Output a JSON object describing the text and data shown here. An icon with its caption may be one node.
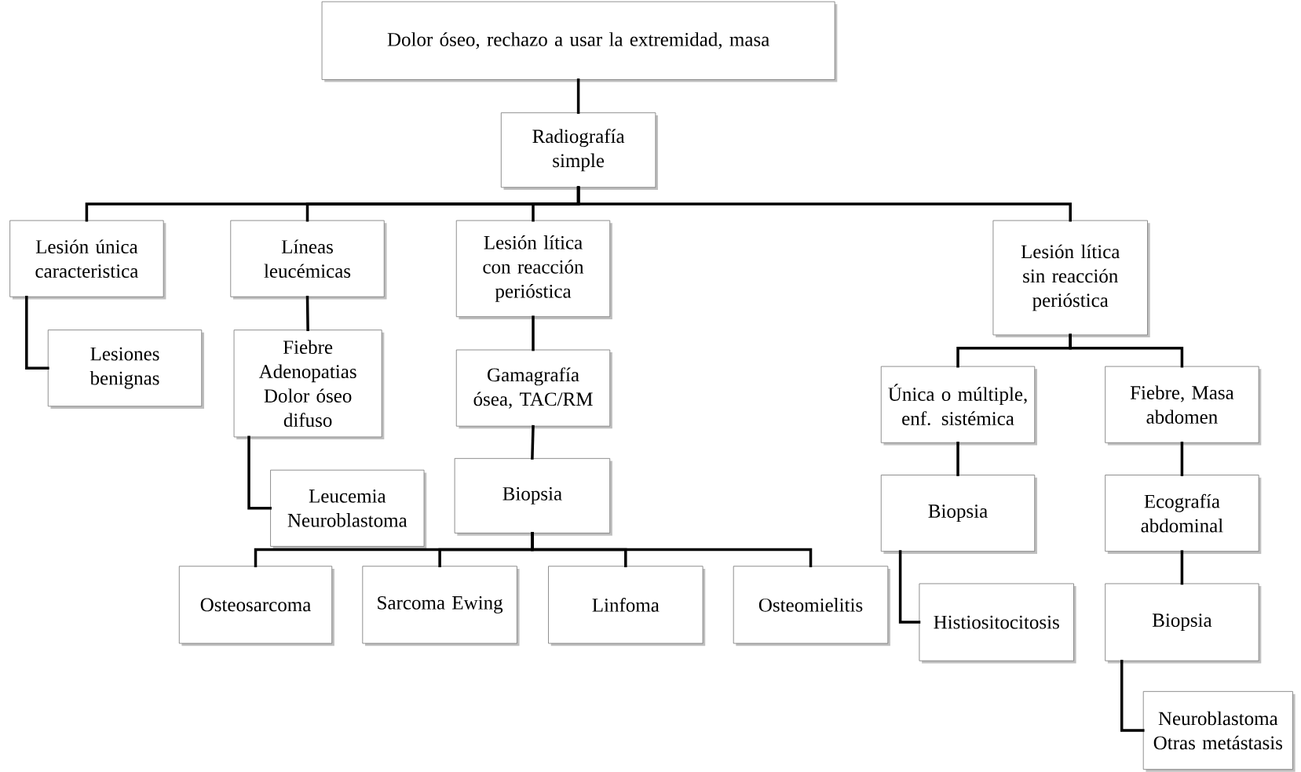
{
  "diagram": {
    "nodes": [
      {
        "text": [
          "Dolor óseo, rechazo a usar la extremidad, masa"
        ]
      },
      {
        "text": [
          "Radiografía simple"
        ]
      },
      {
        "text": [
          "Lesión única caracteristica"
        ]
      },
      {
        "text": [
          "Líneas leucémicas"
        ]
      },
      {
        "text": [
          "Lesión lítica con reacción perióstica"
        ]
      },
      {
        "text": [
          "Lesión lítica sin reacción perióstica"
        ]
      },
      {
        "text": [
          "Lesiones benignas"
        ]
      },
      {
        "text": [
          "Fiebre Adenopatias Dolor óseo difuso"
        ]
      },
      {
        "text": [
          "Gamagrafía ósea, TAC/RM"
        ]
      },
      {
        "text": [
          "Leucemia Neuroblastoma"
        ]
      },
      {
        "text": [
          "Biopsia"
        ]
      },
      {
        "text": [
          "Única o múltiple, enf. sistémica"
        ]
      },
      {
        "text": [
          "Fiebre, Masa abdomen"
        ]
      },
      {
        "text": [
          "Osteosarcoma"
        ]
      },
      {
        "text": [
          "Sarcoma Ewing"
        ]
      },
      {
        "text": [
          "Linfoma"
        ]
      },
      {
        "text": [
          "Osteomielitis"
        ]
      },
      {
        "text": [
          "Biopsia"
        ]
      },
      {
        "text": [
          "Ecografía abdominal"
        ]
      },
      {
        "text": [
          "Histiositocitosis"
        ]
      },
      {
        "text": [
          "Biopsia"
        ]
      },
      {
        "text": [
          "Neuroblastoma Otras metástasis"
        ]
      }
    ],
    "edges": [
      {
        "from": 0,
        "to": 1,
        "arrow": "none"
      },
      {
        "from": 1,
        "to": 2,
        "arrow": "none"
      },
      {
        "from": 1,
        "to": 3,
        "arrow": "none"
      },
      {
        "from": 1,
        "to": 4,
        "arrow": "none"
      },
      {
        "from": 1,
        "to": 5,
        "arrow": "none"
      },
      {
        "from": 2,
        "to": 6,
        "arrow": "none"
      },
      {
        "from": 3,
        "to": 7,
        "arrow": "none"
      },
      {
        "from": 7,
        "to": 9,
        "arrow": "none"
      },
      {
        "from": 4,
        "to": 8,
        "arrow": "none"
      },
      {
        "from": 8,
        "to": 10,
        "arrow": "none"
      },
      {
        "from": 10,
        "to": 13,
        "arrow": "none"
      },
      {
        "from": 10,
        "to": 14,
        "arrow": "none"
      },
      {
        "from": 10,
        "to": 15,
        "arrow": "none"
      },
      {
        "from": 10,
        "to": 16,
        "arrow": "none"
      },
      {
        "from": 5,
        "to": 11,
        "arrow": "none"
      },
      {
        "from": 5,
        "to": 12,
        "arrow": "none"
      },
      {
        "from": 11,
        "to": 17,
        "arrow": "none"
      },
      {
        "from": 17,
        "to": 19,
        "arrow": "none"
      },
      {
        "from": 12,
        "to": 18,
        "arrow": "none"
      },
      {
        "from": 18,
        "to": 20,
        "arrow": "none"
      },
      {
        "from": 20,
        "to": 21,
        "arrow": "none"
      }
    ]
  }
}
